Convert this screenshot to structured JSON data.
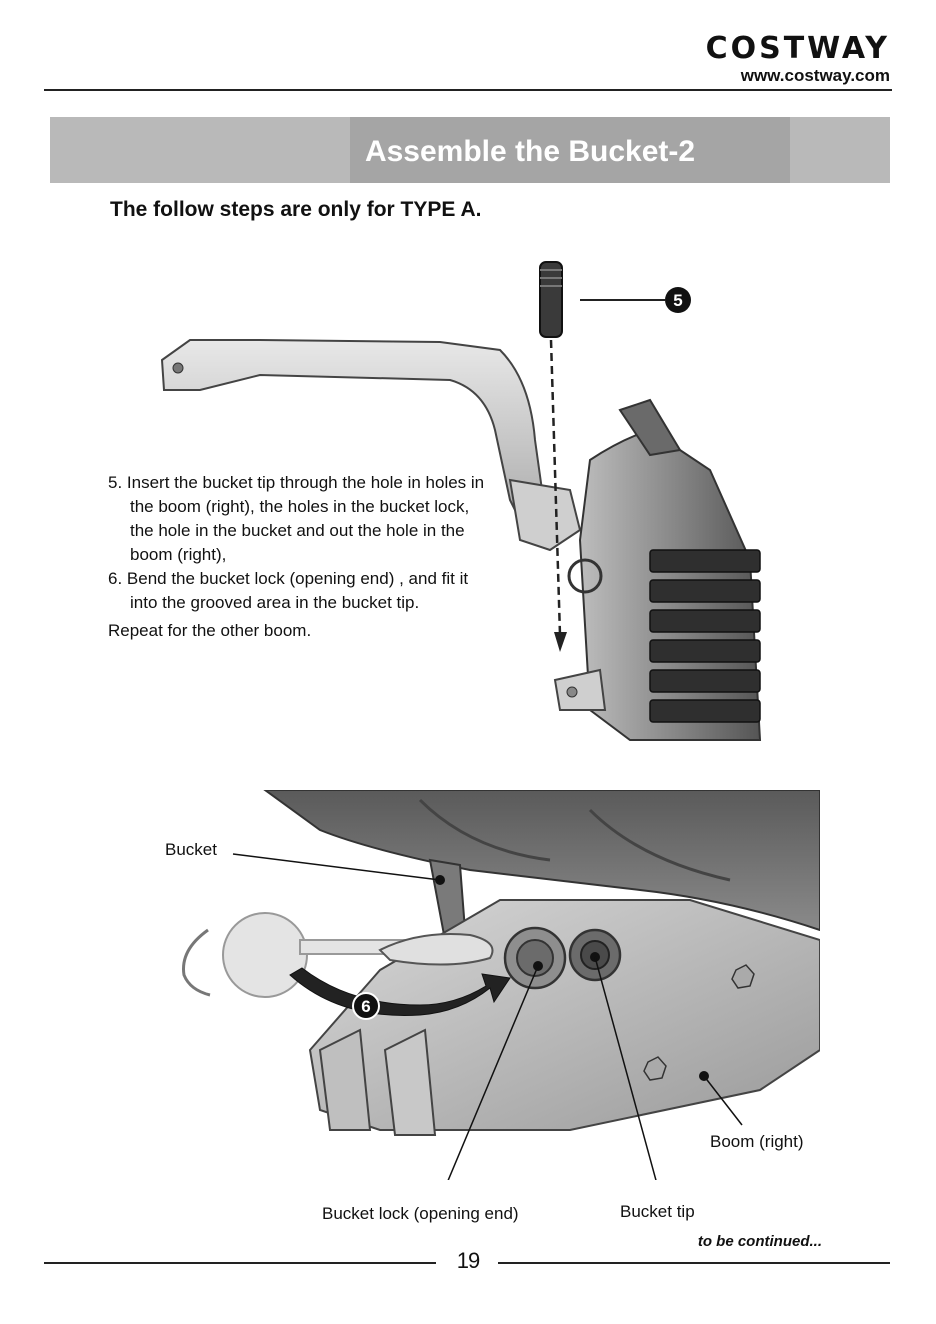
{
  "header": {
    "brand": "COSTWAY",
    "url": "www.costway.com"
  },
  "banner": {
    "title": "Assemble the Bucket-2"
  },
  "subtitle": "The follow steps are only for TYPE A.",
  "steps": [
    "5. Insert the bucket tip through the hole in holes in the boom (right), the holes in the bucket lock, the hole in the bucket and out the hole in the boom (right),",
    "6. Bend the bucket lock (opening end) , and fit it into the grooved area in the bucket tip."
  ],
  "repeat_note": "Repeat for the other boom.",
  "callouts": {
    "step5": "5",
    "step6": "6"
  },
  "labels": {
    "bucket": "Bucket",
    "boom_right": "Boom (right)",
    "bucket_lock": "Bucket lock (opening end)",
    "bucket_tip": "Bucket tip"
  },
  "footer": {
    "continued": "to be continued...",
    "page_number": "19"
  }
}
